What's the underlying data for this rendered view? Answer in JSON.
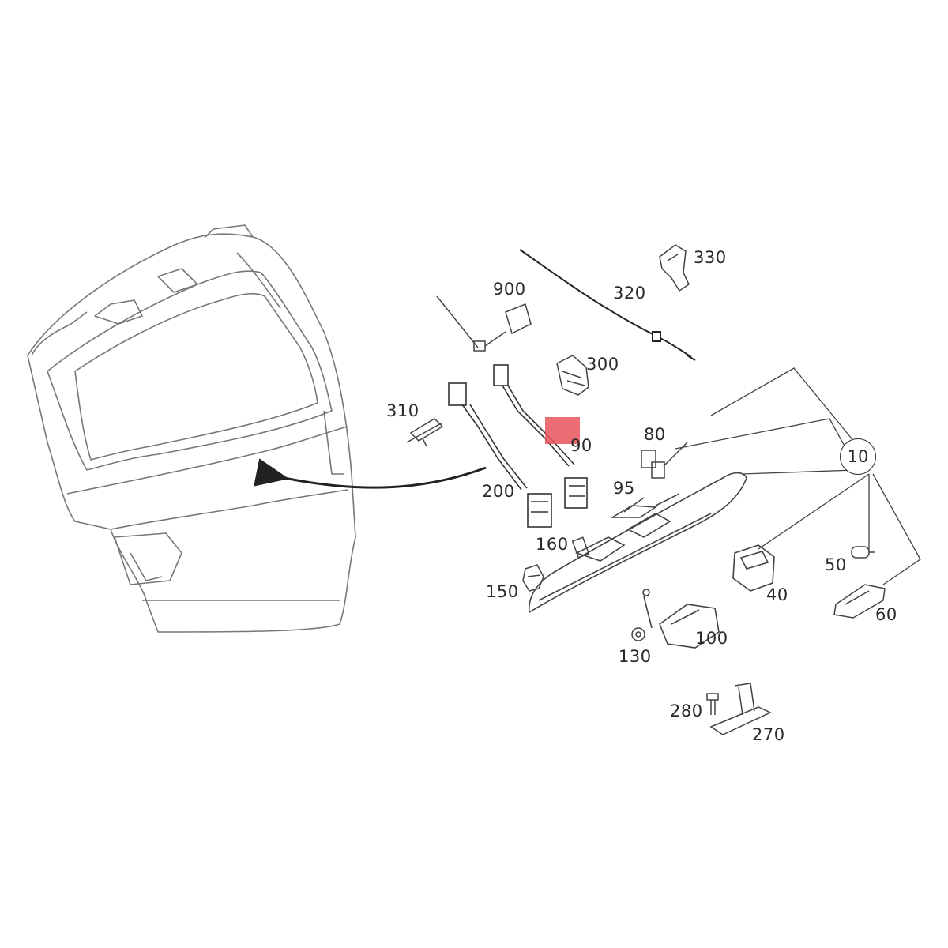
{
  "diagram": {
    "part_labels": {
      "p330": "330",
      "p320": "320",
      "p900": "900",
      "p300": "300",
      "p310": "310",
      "p90": "90",
      "p80": "80",
      "p10": "10",
      "p95": "95",
      "p200": "200",
      "p160": "160",
      "p150": "150",
      "p40": "40",
      "p50": "50",
      "p60": "60",
      "p100": "100",
      "p130": "130",
      "p280": "280",
      "p270": "270"
    },
    "highlight_color": "#e8535a",
    "line_color": "#333333"
  }
}
